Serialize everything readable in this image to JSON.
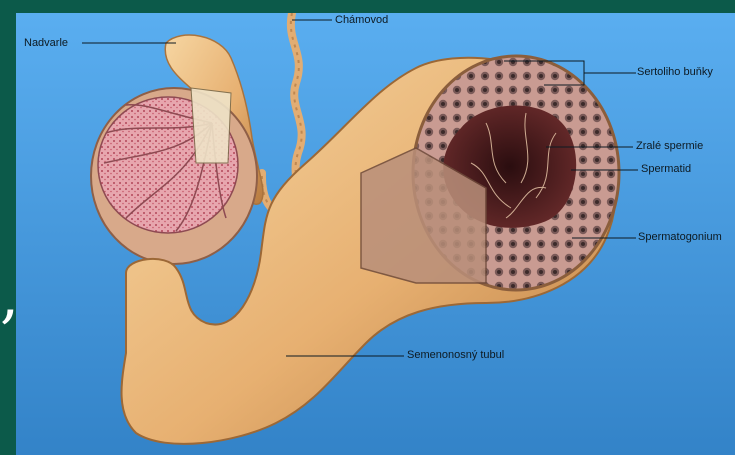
{
  "slide": {
    "background": "#0c5a4a",
    "accent_glyph": ","
  },
  "figure": {
    "background": "#3b8fd3",
    "labels": {
      "nadvarle": "Nadvarle",
      "chamovod": "Chámovod",
      "sertoliho_bunky": "Sertoliho buňky",
      "zrale_spermie": "Zralé spermie",
      "spermatid": "Spermatid",
      "spermatogonium": "Spermatogonium",
      "semenonosny_tubul": "Semenonosný tubul"
    },
    "colors": {
      "tubule": "#e7b071",
      "tubule_shadow": "#b77a3f",
      "testis_tissue": "#d98a96",
      "lumen": "#4a1f22"
    }
  }
}
